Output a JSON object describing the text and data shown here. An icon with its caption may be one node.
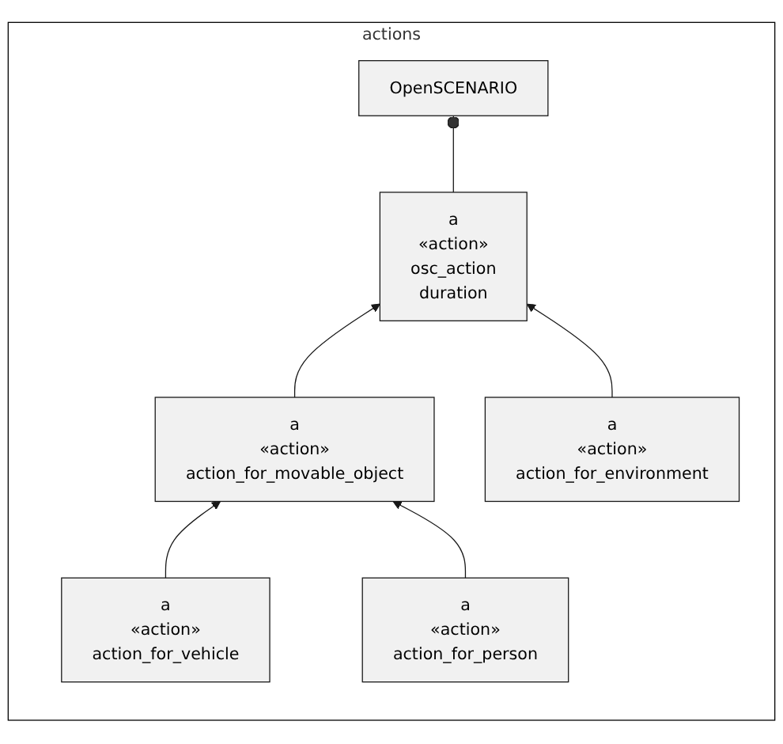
{
  "diagram": {
    "nodes": [
      {
        "text": [
          "actions"
        ]
      },
      {
        "text": [
          "OpenSCENARIO"
        ],
        "in": 0
      },
      {
        "text": [
          "a",
          "«action»",
          "osc_action",
          "duration"
        ],
        "in": 0
      },
      {
        "text": [
          "a",
          "«action»",
          "action_for_movable_object"
        ],
        "in": 0
      },
      {
        "text": [
          "a",
          "«action»",
          "action_for_environment"
        ],
        "in": 0
      },
      {
        "text": [
          "a",
          "«action»",
          "action_for_vehicle"
        ],
        "in": 0
      },
      {
        "text": [
          "a",
          "«action»",
          "action_for_person"
        ],
        "in": 0
      }
    ],
    "edges": [
      {
        "from": 2,
        "to": 1,
        "arrow": "other"
      },
      {
        "from": 3,
        "to": 2,
        "arrow": "to"
      },
      {
        "from": 4,
        "to": 2,
        "arrow": "to"
      },
      {
        "from": 5,
        "to": 3,
        "arrow": "to"
      },
      {
        "from": 6,
        "to": 3,
        "arrow": "to"
      }
    ]
  }
}
